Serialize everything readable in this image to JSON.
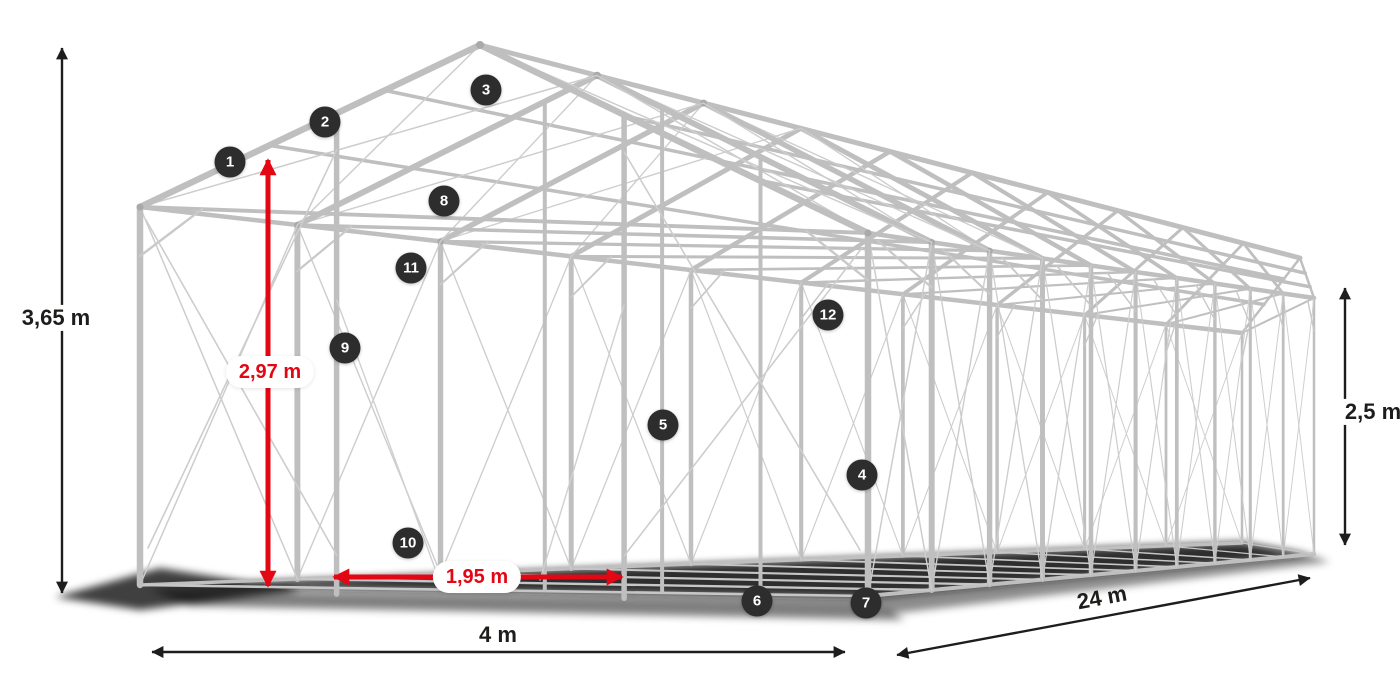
{
  "diagram_type": "tent-frame-dimension-diagram",
  "colors": {
    "accent": "#e30613",
    "ink": "#1d1d1b",
    "badge_bg": "#2d2d2d",
    "frame": "#bfbfbf"
  },
  "dimensions": {
    "total_height": {
      "label": "3,65 m"
    },
    "inner_height": {
      "label": "2,97 m"
    },
    "inner_width": {
      "label": "1,95 m"
    },
    "side_height": {
      "label": "2,5 m"
    },
    "width": {
      "label": "4 m"
    },
    "length": {
      "label": "24 m"
    }
  },
  "callouts": [
    "1",
    "2",
    "3",
    "4",
    "5",
    "6",
    "7",
    "8",
    "9",
    "10",
    "11",
    "12"
  ]
}
